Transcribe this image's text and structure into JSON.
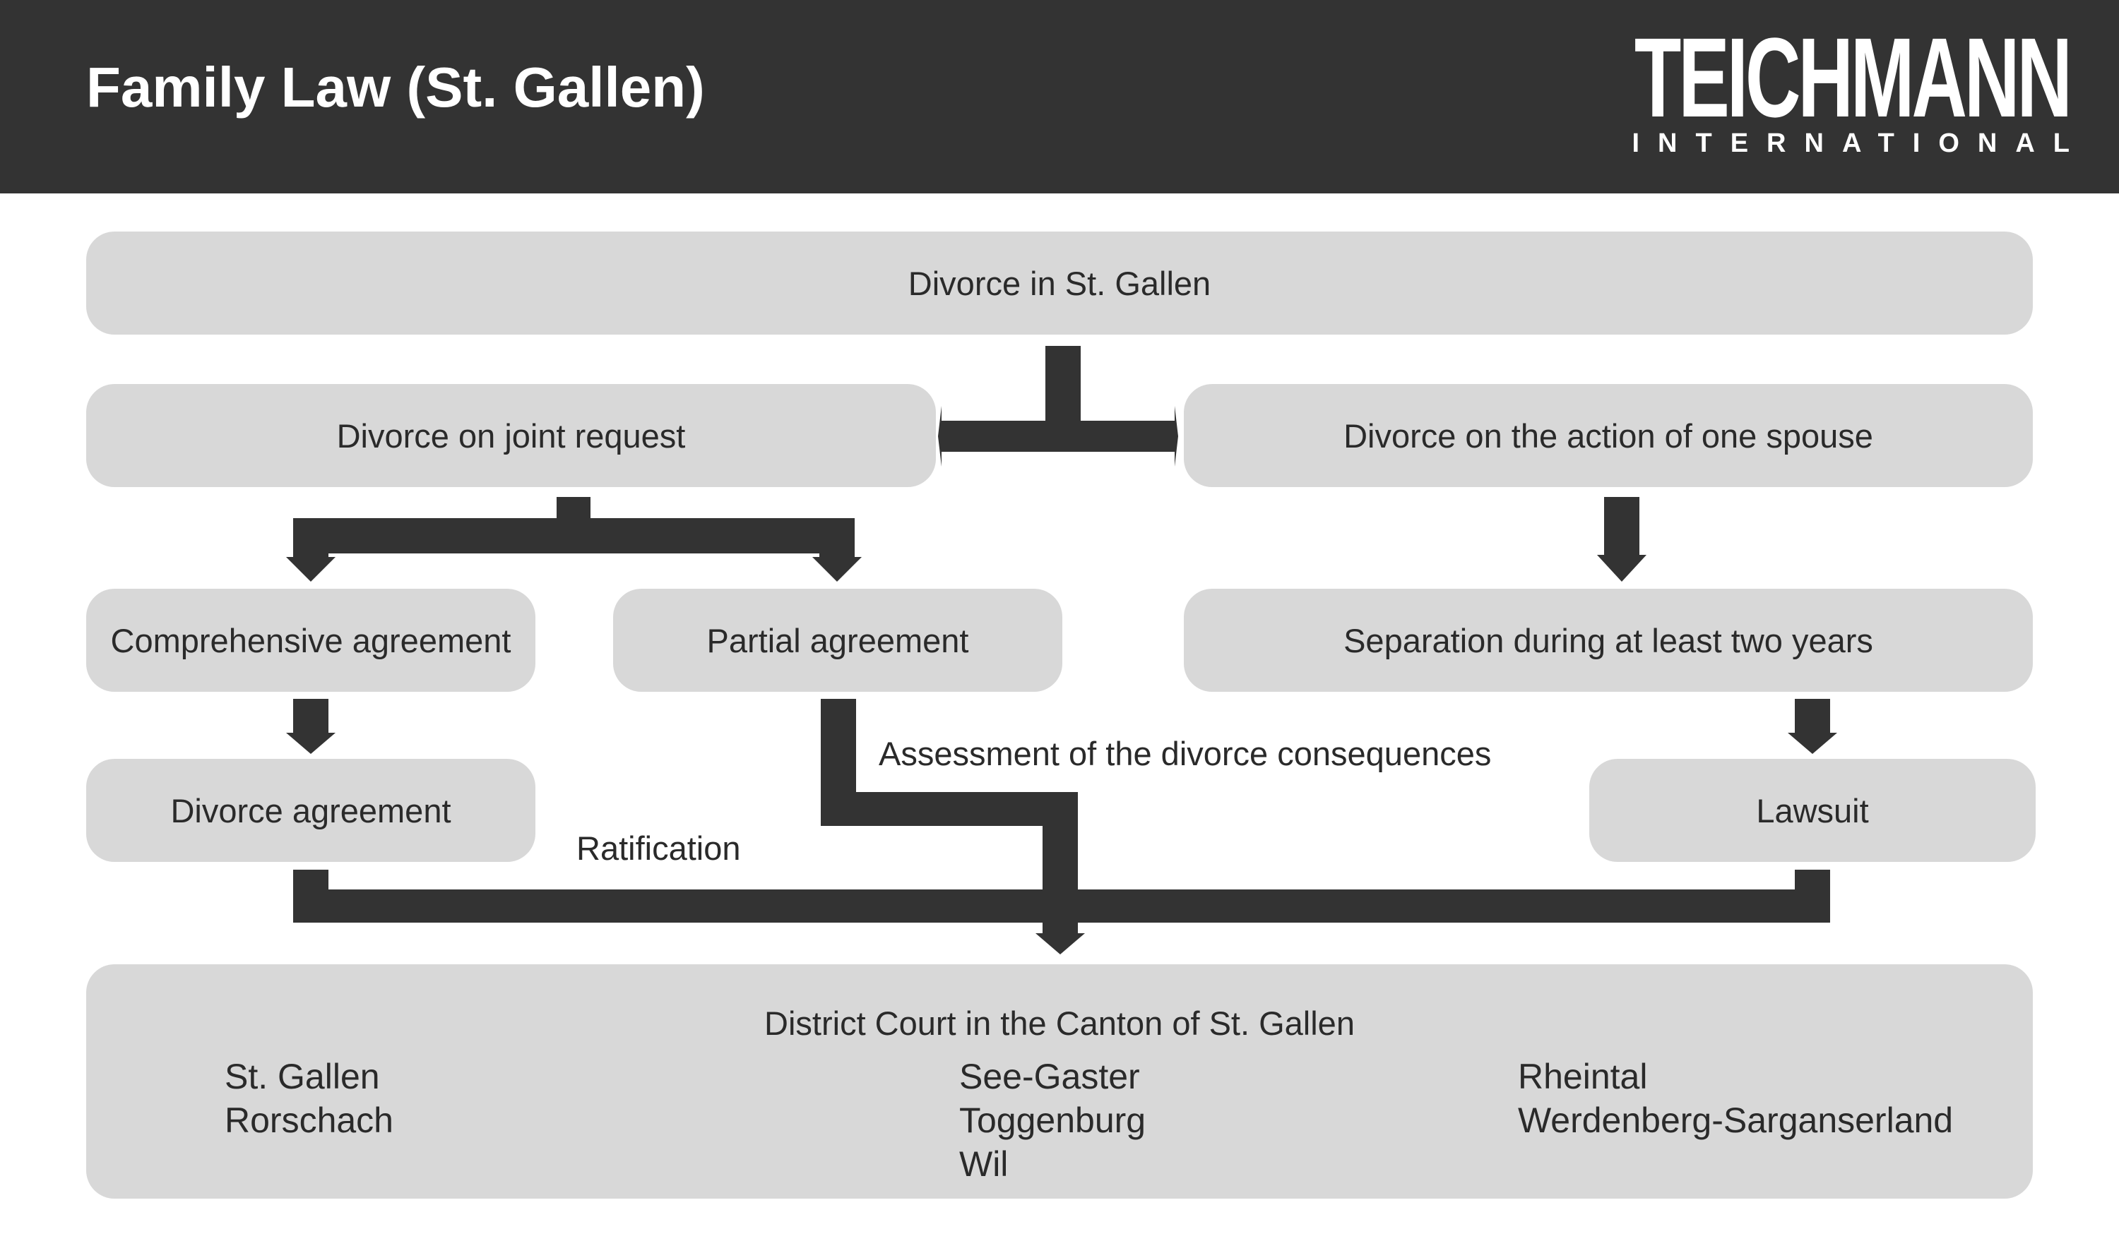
{
  "header": {
    "title": "Family Law (St. Gallen)",
    "logo_main": "TEICHMANN",
    "logo_sub": "INTERNATIONAL"
  },
  "diagram": {
    "root": "Divorce in St. Gallen",
    "joint": "Divorce on joint request",
    "action": "Divorce on the action of one spouse",
    "comprehensive": "Comprehensive agreement",
    "partial": "Partial agreement",
    "separation": "Separation during at least two years",
    "divorce_agreement": "Divorce agreement",
    "lawsuit": "Lawsuit",
    "assessment_label": "Assessment of the divorce consequences",
    "ratification_label": "Ratification",
    "court": {
      "title": "District Court in the Canton of St. Gallen",
      "columns": [
        [
          "St. Gallen",
          "Rorschach"
        ],
        [
          "See-Gaster",
          "Toggenburg",
          "Wil"
        ],
        [
          "Rheintal",
          "Werdenberg-Sarganserland"
        ]
      ]
    }
  },
  "colors": {
    "header_bg": "#333333",
    "box_bg": "#d8d8d8",
    "arrow": "#333333",
    "text": "#2a2a2a"
  }
}
